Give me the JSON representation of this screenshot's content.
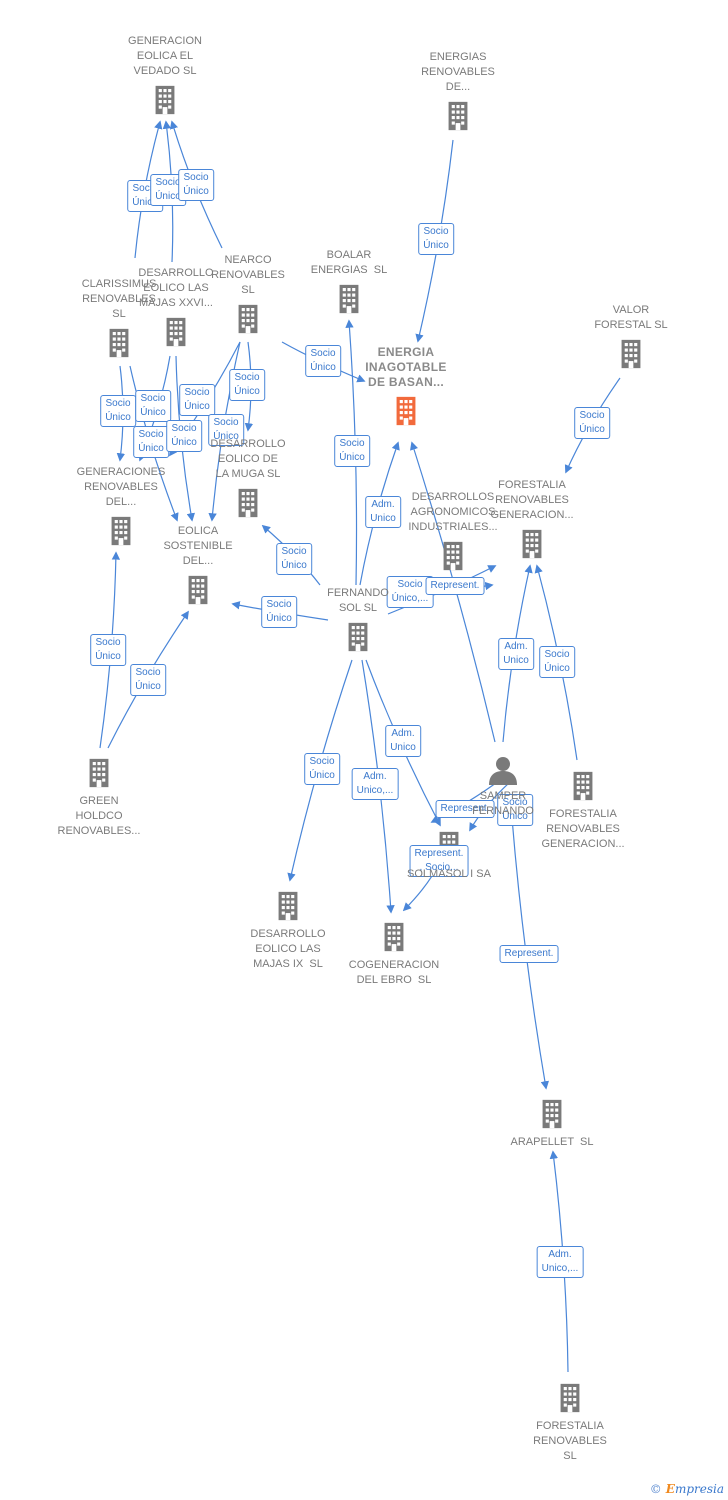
{
  "colors": {
    "edge": "#4a86d8",
    "node": "#7a7a7a",
    "main_node": "#f26a3c",
    "person": "#7a7a7a"
  },
  "nodes": [
    {
      "id": "gen_eolica",
      "label": "GENERACION\nEOLICA EL\nVEDADO SL",
      "icon": "building-icon"
    },
    {
      "id": "energias_renov",
      "label": "ENERGIAS\nRENOVABLES\nDE...",
      "icon": "building-icon"
    },
    {
      "id": "boalar",
      "label": "BOALAR\nENERGIAS  SL",
      "icon": "building-icon"
    },
    {
      "id": "nearco",
      "label": "NEARCO\nRENOVABLES\nSL",
      "icon": "building-icon"
    },
    {
      "id": "des_xxvi",
      "label": "DESARROLLO\nEOLICO LAS\nMAJAS XXVI...",
      "icon": "building-icon"
    },
    {
      "id": "clarissimus",
      "label": "CLARISSIMUS\nRENOVABLES\nSL",
      "icon": "building-icon"
    },
    {
      "id": "energia_inagotable",
      "label": "ENERGIA\nINAGOTABLE\nDE BASAN...",
      "icon": "building-icon",
      "main": true
    },
    {
      "id": "valor_forestal",
      "label": "VALOR\nFORESTAL SL",
      "icon": "building-icon"
    },
    {
      "id": "muga",
      "label": "DESARROLLO\nEOLICO DE\nLA MUGA SL",
      "icon": "building-icon"
    },
    {
      "id": "generaciones",
      "label": "GENERACIONES\nRENOVABLES\nDEL...",
      "icon": "building-icon"
    },
    {
      "id": "eolica_sostenible",
      "label": "EOLICA\nSOSTENIBLE\nDEL...",
      "icon": "building-icon"
    },
    {
      "id": "des_agronomicos",
      "label": "DESARROLLOS\nAGRONOMICOS\nINDUSTRIALES...",
      "icon": "building-icon"
    },
    {
      "id": "forestalia_gen1",
      "label": "FORESTALIA\nRENOVABLES\nGENERACION...",
      "icon": "building-icon"
    },
    {
      "id": "fernando_sol",
      "label": "FERNANDO\nSOL SL",
      "icon": "building-icon"
    },
    {
      "id": "green_holdco",
      "label": "GREEN\nHOLDCO\nRENOVABLES...",
      "icon": "building-icon"
    },
    {
      "id": "person",
      "label": "Samper\nFernando",
      "icon": "person-icon"
    },
    {
      "id": "forestalia_gen2",
      "label": "FORESTALIA\nRENOVABLES\nGENERACION...",
      "icon": "building-icon"
    },
    {
      "id": "solmasol",
      "label": "SOLMASOL I SA",
      "icon": "building-icon"
    },
    {
      "id": "des_ix",
      "label": "DESARROLLO\nEOLICO LAS\nMAJAS IX  SL",
      "icon": "building-icon"
    },
    {
      "id": "cogeneracion",
      "label": "COGENERACION\nDEL EBRO  SL",
      "icon": "building-icon"
    },
    {
      "id": "arapellet",
      "label": "ARAPELLET  SL",
      "icon": "building-icon"
    },
    {
      "id": "forestalia_sl",
      "label": "FORESTALIA\nRENOVABLES\nSL",
      "icon": "building-icon"
    }
  ],
  "edges": [
    {
      "from": "clarissimus",
      "to": "gen_eolica",
      "label": "Socio\nÚnico"
    },
    {
      "from": "des_xxvi",
      "to": "gen_eolica",
      "label": "Socio\nÚnico"
    },
    {
      "from": "nearco",
      "to": "gen_eolica",
      "label": "Socio\nÚnico"
    },
    {
      "from": "energias_renov",
      "to": "energia_inagotable",
      "label": "Socio\nÚnico"
    },
    {
      "from": "nearco",
      "to": "energia_inagotable",
      "label": "Socio\nÚnico"
    },
    {
      "from": "fernando_sol",
      "to": "boalar",
      "label": "Socio\nÚnico"
    },
    {
      "from": "valor_forestal",
      "to": "forestalia_gen1",
      "label": "Socio\nÚnico"
    },
    {
      "from": "clarissimus",
      "to": "generaciones",
      "label": "Socio\nÚnico"
    },
    {
      "from": "clarissimus",
      "to": "eolica_sostenible",
      "label": "Socio\nÚnico"
    },
    {
      "from": "des_xxvi",
      "to": "generaciones",
      "label": "Socio\nÚnico"
    },
    {
      "from": "des_xxvi",
      "to": "eolica_sostenible",
      "label": "Socio\nÚnico"
    },
    {
      "from": "nearco",
      "to": "eolica_sostenible",
      "label": "Socio\nÚnico"
    },
    {
      "from": "nearco",
      "to": "muga",
      "label": "Socio\nÚnico"
    },
    {
      "from": "nearco",
      "to": "generaciones",
      "label": "Socio\nÚnico"
    },
    {
      "from": "fernando_sol",
      "to": "energia_inagotable",
      "label": "Adm.\nUnico"
    },
    {
      "from": "fernando_sol",
      "to": "muga",
      "label": "Socio\nÚnico"
    },
    {
      "from": "fernando_sol",
      "to": "eolica_sostenible",
      "label": "Socio\nÚnico"
    },
    {
      "from": "fernando_sol",
      "to": "forestalia_gen1",
      "label": "Socio\nÚnico,..."
    },
    {
      "from": "fernando_sol",
      "to": "des_agronomicos",
      "label": "Represent."
    },
    {
      "from": "green_holdco",
      "to": "generaciones",
      "label": "Socio\nÚnico"
    },
    {
      "from": "green_holdco",
      "to": "eolica_sostenible",
      "label": "Socio\nÚnico"
    },
    {
      "from": "person",
      "to": "energia_inagotable",
      "label": ""
    },
    {
      "from": "person",
      "to": "forestalia_gen1",
      "label": "Adm.\nUnico"
    },
    {
      "from": "forestalia_gen2",
      "to": "forestalia_gen1",
      "label": "Socio\nÚnico"
    },
    {
      "from": "fernando_sol",
      "to": "des_ix",
      "label": "Socio\nÚnico"
    },
    {
      "from": "fernando_sol",
      "to": "cogeneracion",
      "label": "Adm.\nUnico,..."
    },
    {
      "from": "fernando_sol",
      "to": "solmasol",
      "label": "Adm.\nUnico"
    },
    {
      "from": "person",
      "to": "solmasol",
      "label": "Represent."
    },
    {
      "from": "person",
      "to": "solmasol",
      "label": "Socio\nÚnico"
    },
    {
      "from": "solmasol",
      "to": "cogeneracion",
      "label": "Represent.\n, Socio..."
    },
    {
      "from": "person",
      "to": "arapellet",
      "label": "Represent."
    },
    {
      "from": "forestalia_sl",
      "to": "arapellet",
      "label": "Adm.\nUnico,..."
    }
  ],
  "footer": {
    "copyright": "©",
    "brand_initial": "E",
    "brand_rest": "mpresia"
  }
}
